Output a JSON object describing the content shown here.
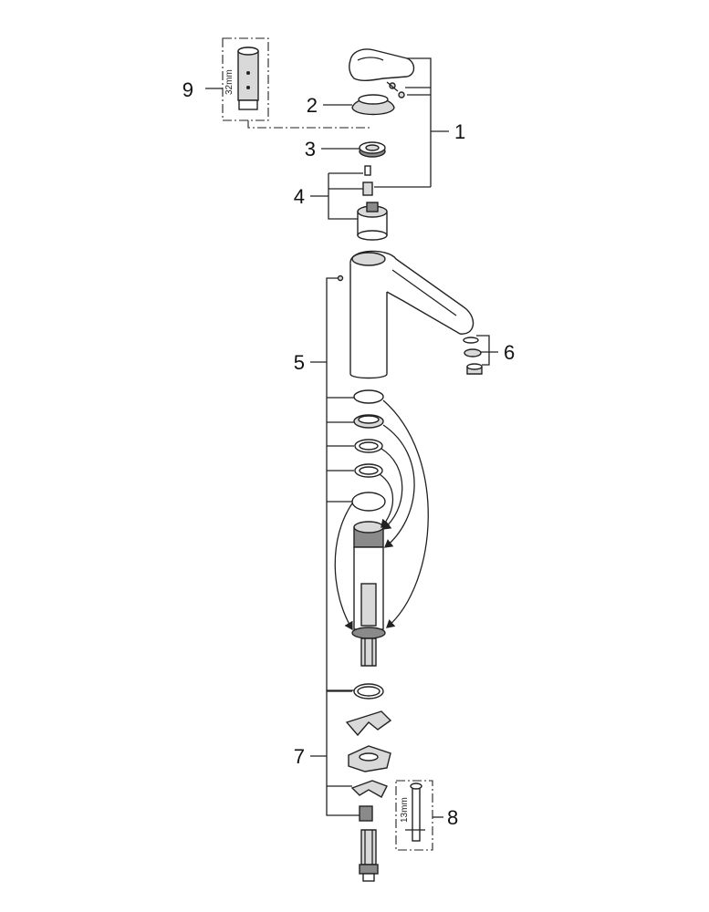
{
  "labels": {
    "1": "1",
    "2": "2",
    "3": "3",
    "4": "4",
    "5": "5",
    "6": "6",
    "7": "7",
    "8": "8",
    "9": "9"
  },
  "tools": {
    "socket_size": "32mm",
    "wrench_size": "13mm"
  }
}
